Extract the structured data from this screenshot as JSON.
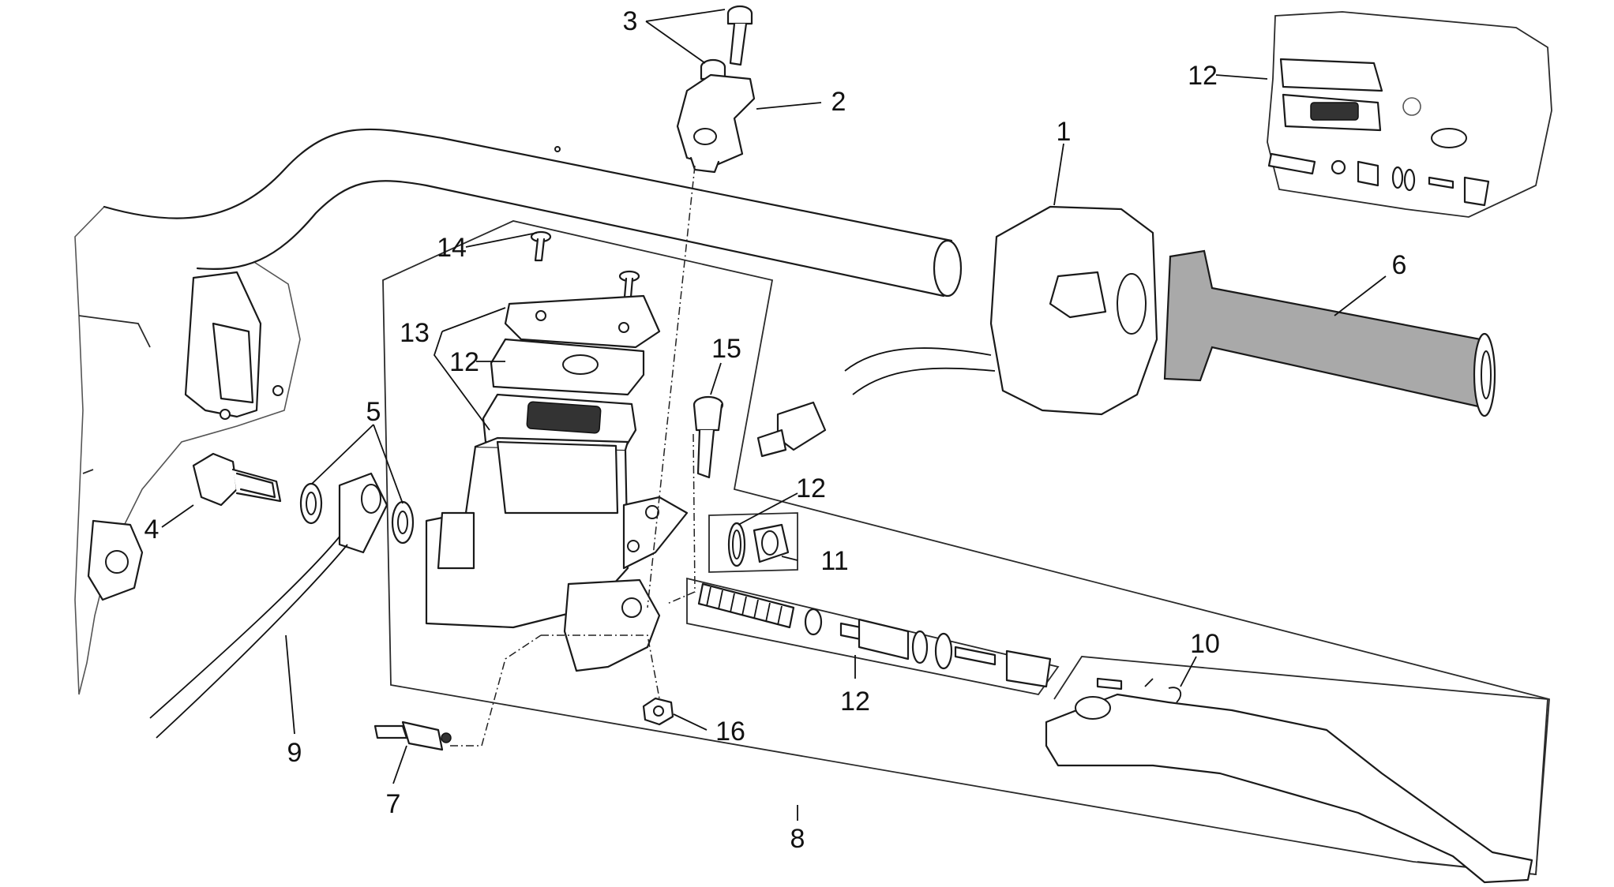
{
  "callouts": {
    "c1": "1",
    "c2": "2",
    "c3": "3",
    "c4": "4",
    "c5": "5",
    "c6": "6",
    "c7": "7",
    "c8": "8",
    "c9": "9",
    "c10": "10",
    "c11": "11",
    "c12_inset": "12",
    "c12_cap": "12",
    "c12_seal": "12",
    "c12_piston": "12",
    "c13": "13",
    "c14": "14",
    "c15": "15",
    "c16": "16"
  }
}
